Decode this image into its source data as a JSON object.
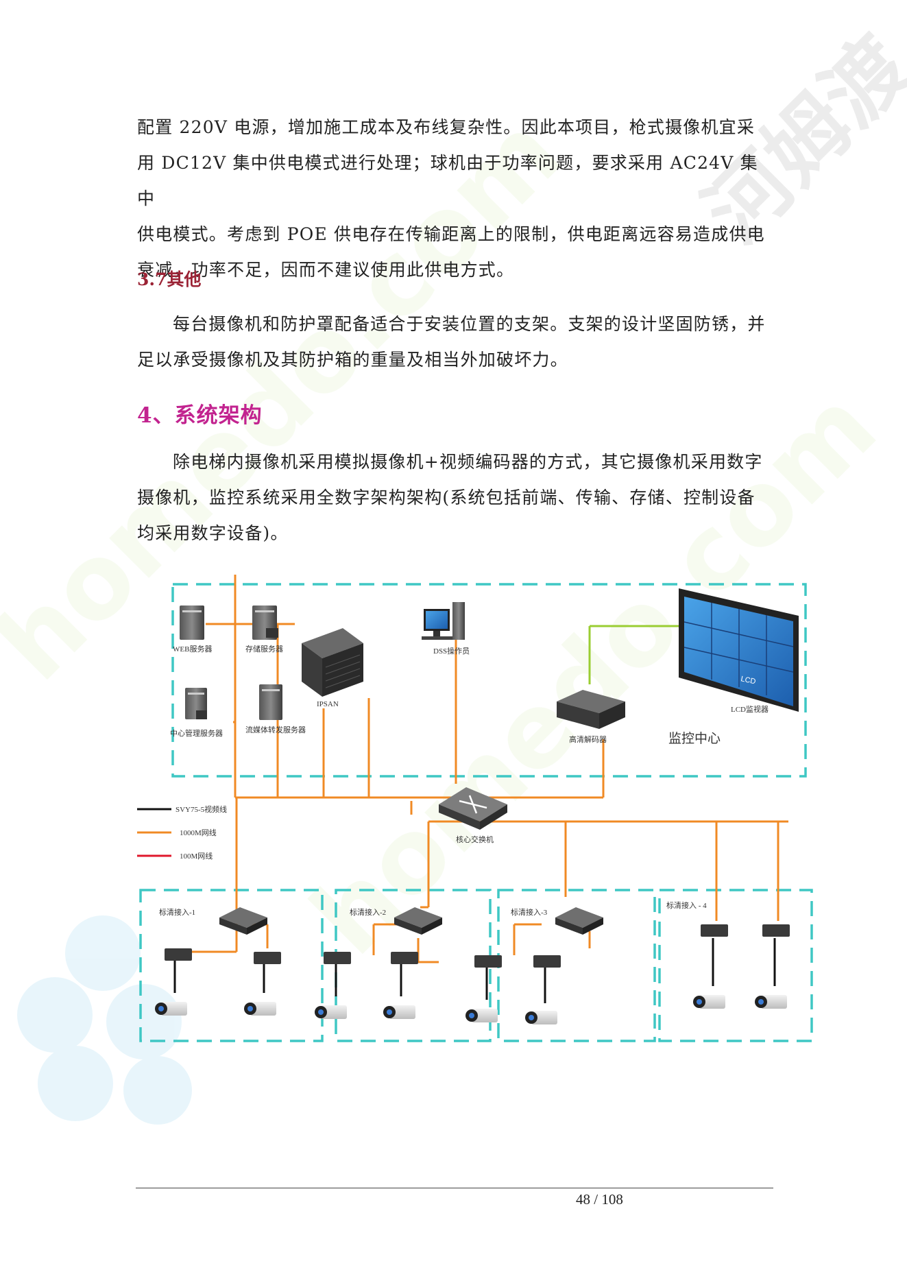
{
  "body": {
    "para1_lines": [
      "配置 220V 电源，增加施工成本及布线复杂性。因此本项目，枪式摄像机宜采",
      "用 DC12V 集中供电模式进行处理；球机由于功率问题，要求采用 AC24V 集中",
      "供电模式。考虑到 POE 供电存在传输距离上的限制，供电距离远容易造成供电",
      "衰减，功率不足，因而不建议使用此供电方式。"
    ],
    "heading_3_7": "3.7其他",
    "para2": "每台摄像机和防护罩配备适合于安装位置的支架。支架的设计坚固防锈，并足以承受摄像机及其防护箱的重量及相当外加破坏力。",
    "heading_4": "4、系统架构",
    "para3": "除电梯内摄像机采用模拟摄像机+视频编码器的方式，其它摄像机采用数字摄像机，监控系统采用全数字架构架构(系统包括前端、传输、存储、控制设备均采用数字设备)。"
  },
  "diagram": {
    "labels": {
      "web_server": "WEB服务器",
      "storage_server": "存储服务器",
      "ipsan": "IPSAN",
      "dss_operator": "DSS操作员",
      "central_mgmt_server": "中心管理服务器",
      "stream_server": "流媒体转发服务器",
      "hd_decoder": "高清解码器",
      "lcd_monitor": "LCD监视器",
      "lcd_screen_text": "LCD",
      "monitoring_center": "监控中心",
      "core_switch": "核心交换机",
      "access_1": "标清接入-1",
      "access_2": "标清接入-2",
      "access_3": "标清接入-3",
      "access_4": "标清接入 - 4"
    },
    "legend": [
      {
        "label": "SVY75-5视频线",
        "color": "#111111"
      },
      {
        "label": "1000M网线",
        "color": "#f08a24"
      },
      {
        "label": "100M网线",
        "color": "#e0182c"
      }
    ],
    "colors": {
      "dashed_border": "#3fc7c4",
      "network_line": "#f08a24",
      "video_line": "#111111",
      "hdmi_line": "#9acd32"
    }
  },
  "watermark": {
    "text": "homedo.com",
    "cn_text": "河姆渡"
  },
  "footer": {
    "page": "48 / 108"
  }
}
